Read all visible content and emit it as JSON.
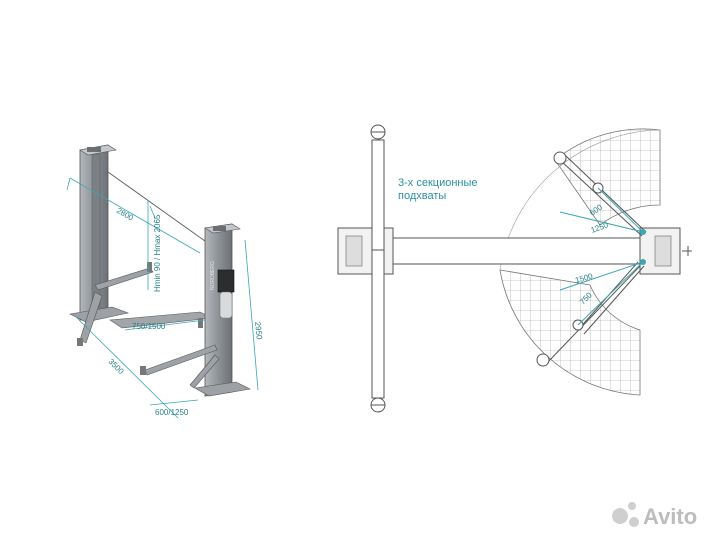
{
  "left_view": {
    "dim_2800": "2800",
    "dim_3500": "3500",
    "dim_2950": "2950",
    "dim_750_1500": "750/1500",
    "dim_600_1250": "600/1250",
    "dim_height_range": "Hmin 90 / Hmax 2065",
    "column_brand": "NORDBERG"
  },
  "right_view": {
    "callout_line1": "3-х секционные",
    "callout_line2": "подхваты",
    "dim_600": "600",
    "dim_1250": "1250",
    "dim_1500": "1500",
    "dim_750": "750"
  },
  "watermark": {
    "text": "Avito"
  },
  "colors": {
    "accent": "#3aa7b5",
    "steel": "#8a8f94",
    "line": "#555555"
  }
}
